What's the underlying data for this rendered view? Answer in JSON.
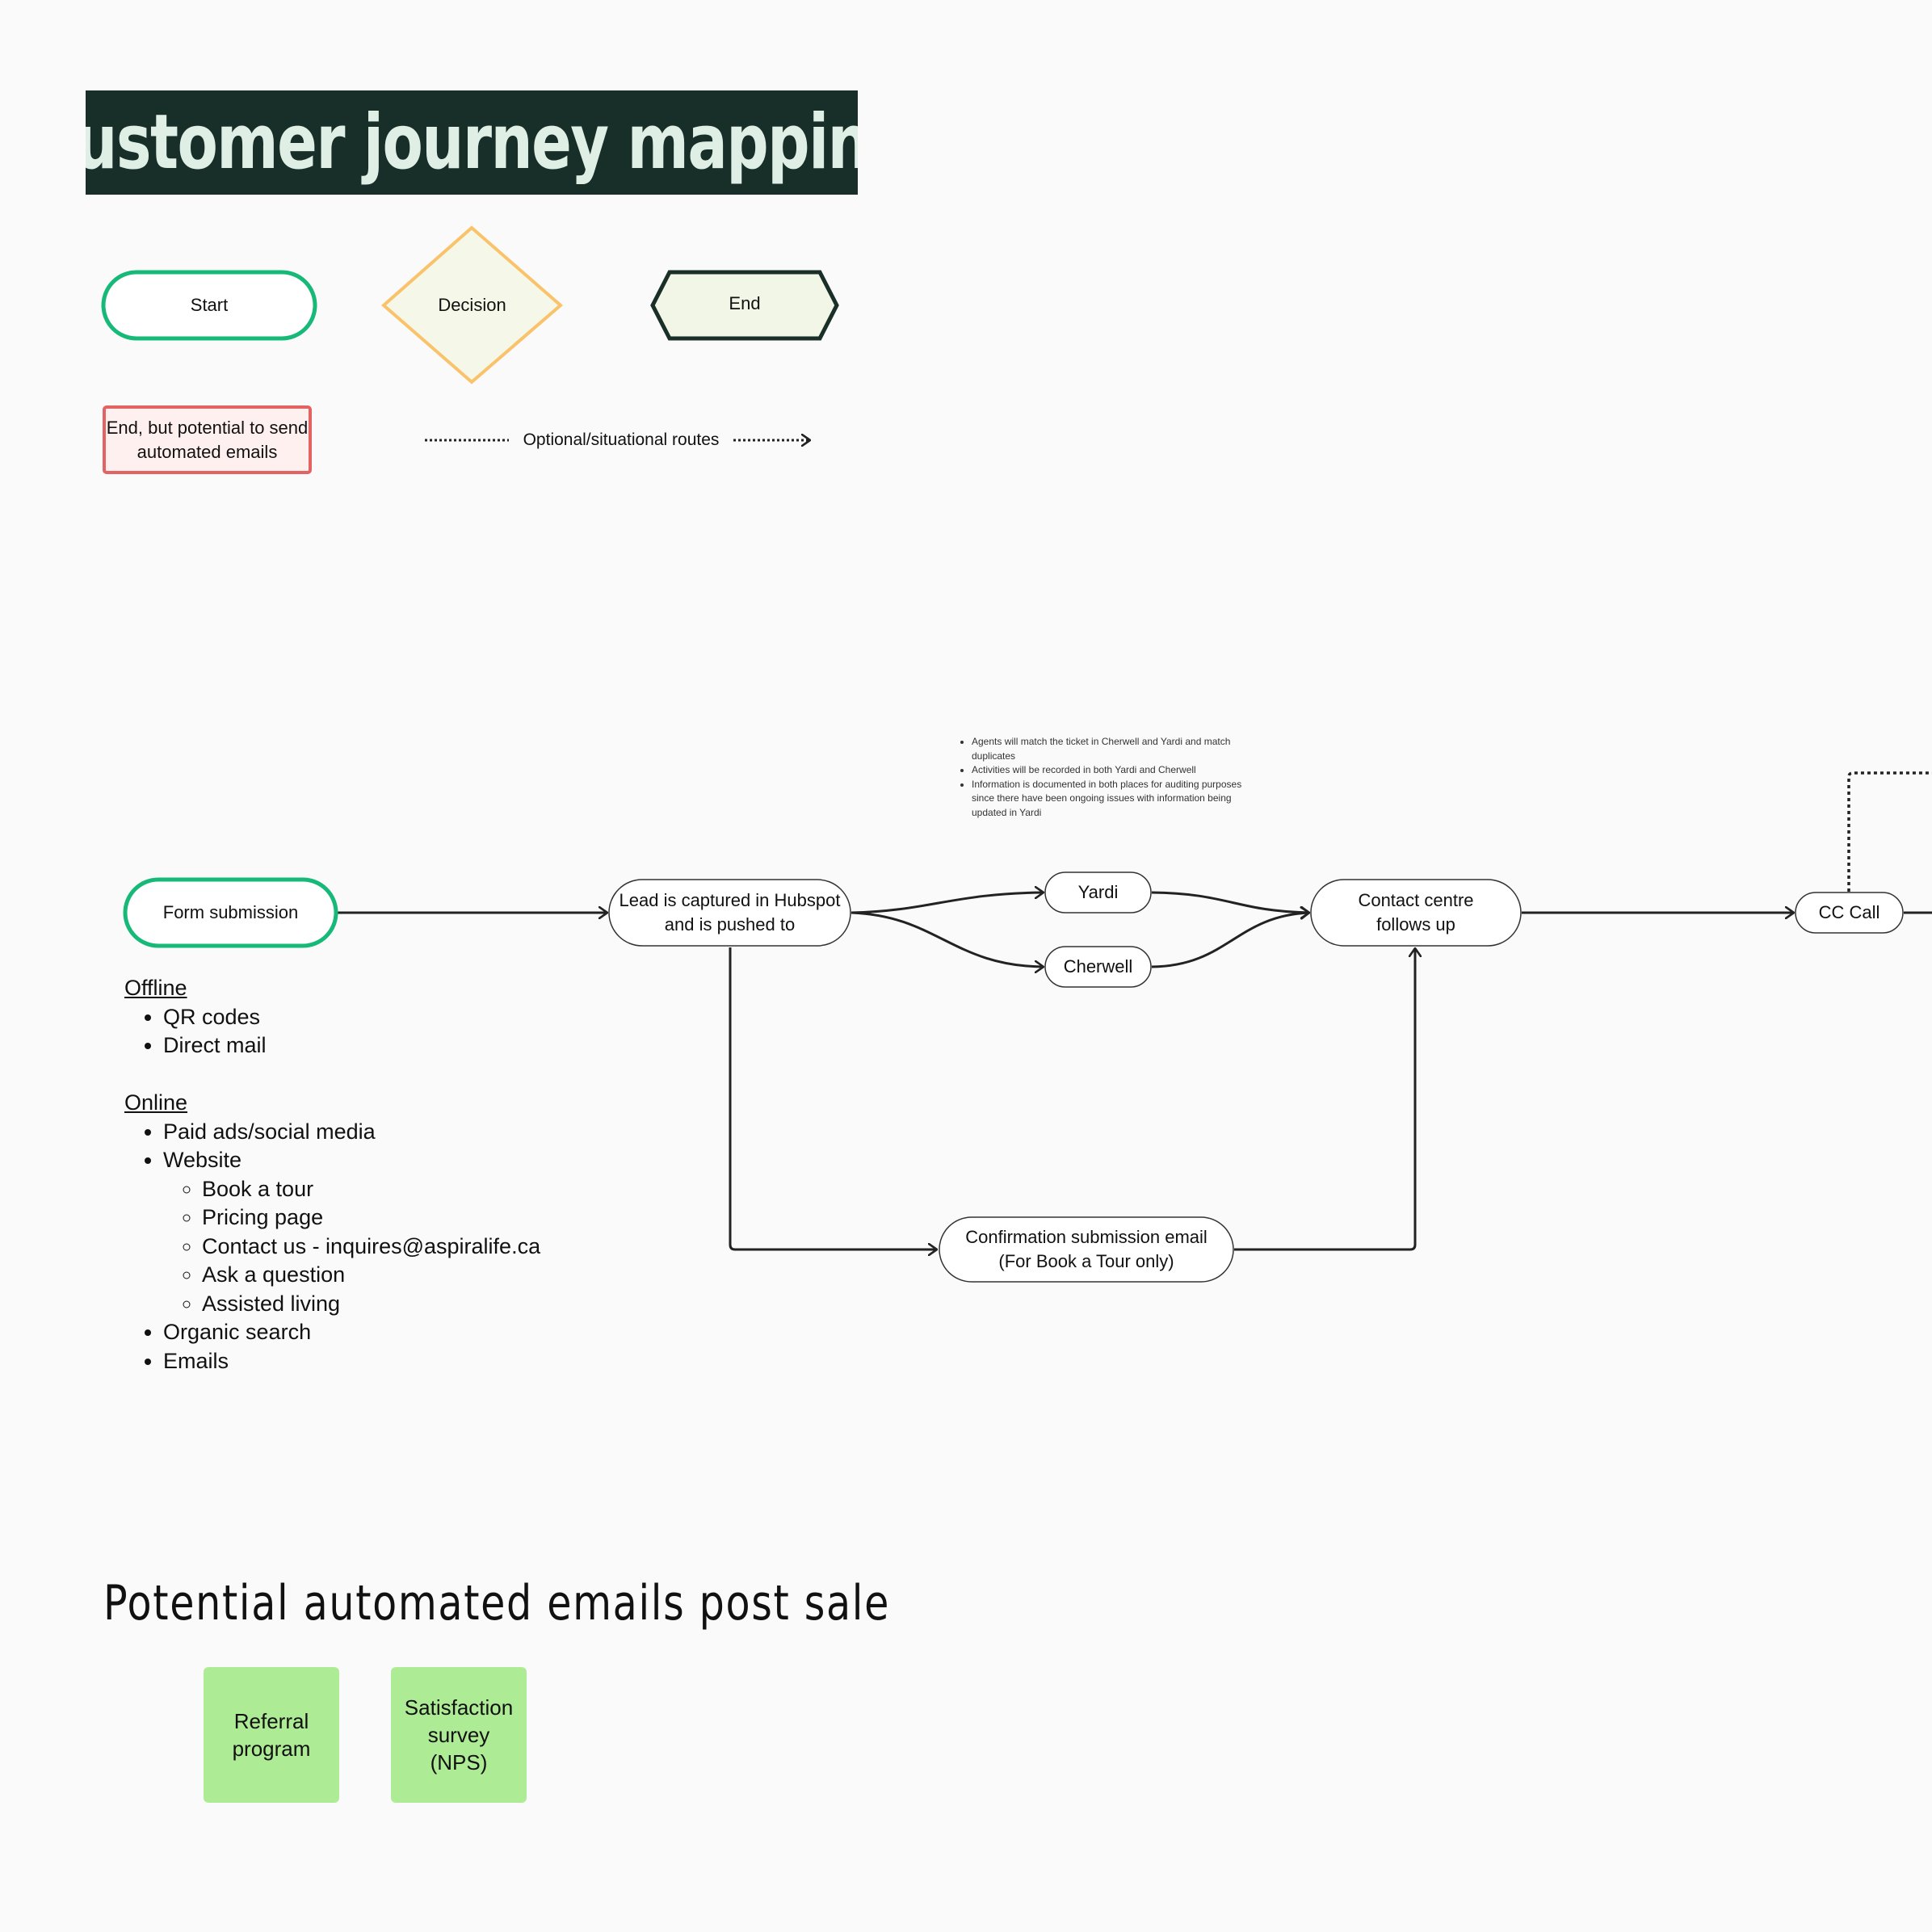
{
  "title": "Customer journey mapping",
  "legend": {
    "start": "Start",
    "decision": "Decision",
    "end": "End",
    "end_with_emails": "End, but potential to send automated emails",
    "optional_routes": "Optional/situational routes"
  },
  "flow": {
    "nodes": {
      "form_submission": "Form submission",
      "lead_captured": "Lead is captured in Hubspot and is pushed to",
      "yardi": "Yardi",
      "cherwell": "Cherwell",
      "contact_centre": "Contact centre follows up",
      "cc_call": "CC Call",
      "confirmation_email": "Confirmation submission email (For Book a Tour only)"
    },
    "notes": [
      "Agents will match the ticket in Cherwell and Yardi and match duplicates",
      "Activities will be recorded in both Yardi and Cherwell",
      "Information is documented in both places for auditing purposes since there have been ongoing issues with information being updated in Yardi"
    ]
  },
  "channels": {
    "offline": {
      "title": "Offline",
      "items": [
        "QR codes",
        "Direct mail"
      ]
    },
    "online": {
      "title": "Online",
      "items": [
        {
          "label": "Paid ads/social media"
        },
        {
          "label": "Website",
          "children": [
            "Book a tour",
            "Pricing page",
            "Contact us - inquires@aspiralife.ca",
            "Ask a question",
            "Assisted living"
          ]
        },
        {
          "label": "Organic search"
        },
        {
          "label": "Emails"
        }
      ]
    }
  },
  "post_sale": {
    "heading": "Potential automated emails post sale",
    "cards": [
      "Referral program",
      "Satisfaction survey (NPS)"
    ]
  },
  "colors": {
    "background": "#fafafa",
    "title_bg": "#182f29",
    "title_text": "#e0efe6",
    "start_border": "#17b978",
    "decision_border": "#f9c26b",
    "decision_fill": "#f5f8e8",
    "end_border": "#1b2f29",
    "end_fill": "#f2f6e6",
    "red_border": "#e36262",
    "red_fill": "#fff0f0",
    "sticky_green": "#adec95",
    "connector": "#222222"
  }
}
